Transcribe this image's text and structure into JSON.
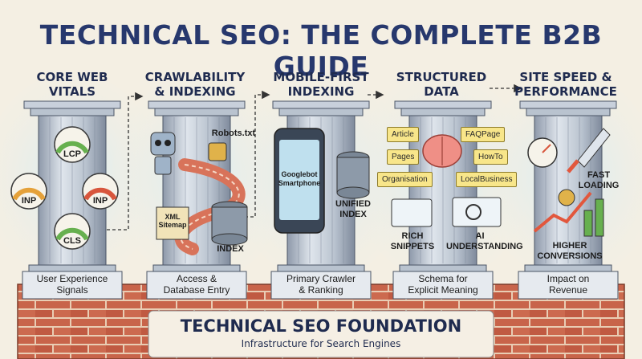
{
  "title": "TECHNICAL SEO: THE COMPLETE B2B GUIDE",
  "pillars": [
    {
      "heading": "CORE WEB\nVITALS",
      "base": "User Experience\nSignals",
      "badges": [
        "LCP",
        "INP",
        "INP",
        "CLS"
      ]
    },
    {
      "heading": "CRAWLABILITY\n& INDEXING",
      "base": "Access &\nDatabase Entry",
      "robots": "Robots.txt",
      "sitemap": "XML\nSitemap",
      "index": "INDEX"
    },
    {
      "heading": "MOBILE-FIRST\nINDEXING",
      "base": "Primary Crawler\n& Ranking",
      "phone": "Googlebot\nSmartphone",
      "unified": "UNIFIED\nINDEX"
    },
    {
      "heading": "STRUCTURED\nDATA",
      "base": "Schema for\nExplicit Meaning",
      "tags": [
        "Article",
        "FAQPage",
        "Pages",
        "HowTo",
        "Organisation",
        "LocalBusiness"
      ],
      "rich": "RICH\nSNIPPETS",
      "ai": "AI\nUNDERSTANDING"
    },
    {
      "heading": "SITE SPEED &\nPERFORMANCE",
      "base": "Impact on\nRevenue",
      "fast": "FAST\nLOADING",
      "conv": "HIGHER\nCONVERSIONS"
    }
  ],
  "foundation": {
    "title": "TECHNICAL SEO FOUNDATION",
    "subtitle": "Infrastructure for Search Engines"
  },
  "colors": {
    "title": "#27386d",
    "brick": "#c8644a",
    "mortar": "#e9cdb4",
    "pillar": "#aeb8c6",
    "tag": "#f8e68a",
    "sky": "#bfe0ee",
    "accent": "#e2573d"
  }
}
